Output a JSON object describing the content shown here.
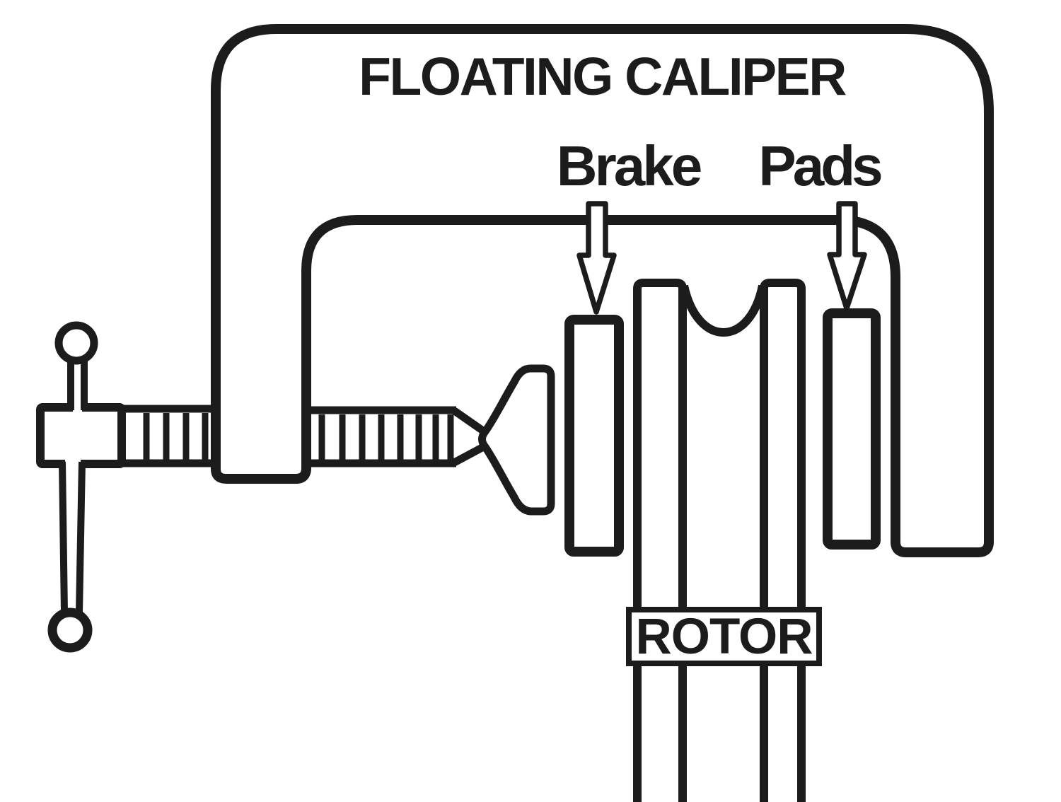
{
  "diagram": {
    "title": "FLOATING CALIPER",
    "labels": {
      "brake": "Brake",
      "pads": "Pads",
      "rotor": "ROTOR"
    },
    "parts": {
      "caliper_body": "floating caliper C-clamp frame",
      "screw": "threaded adjusting screw with T-handle",
      "piston": "piston pusher plate",
      "left_pad": "inner brake pad",
      "right_pad": "outer brake pad",
      "rotor": "brake rotor (two plates)"
    },
    "colors": {
      "ink": "#1c1c1c",
      "paper": "#ffffff"
    }
  }
}
